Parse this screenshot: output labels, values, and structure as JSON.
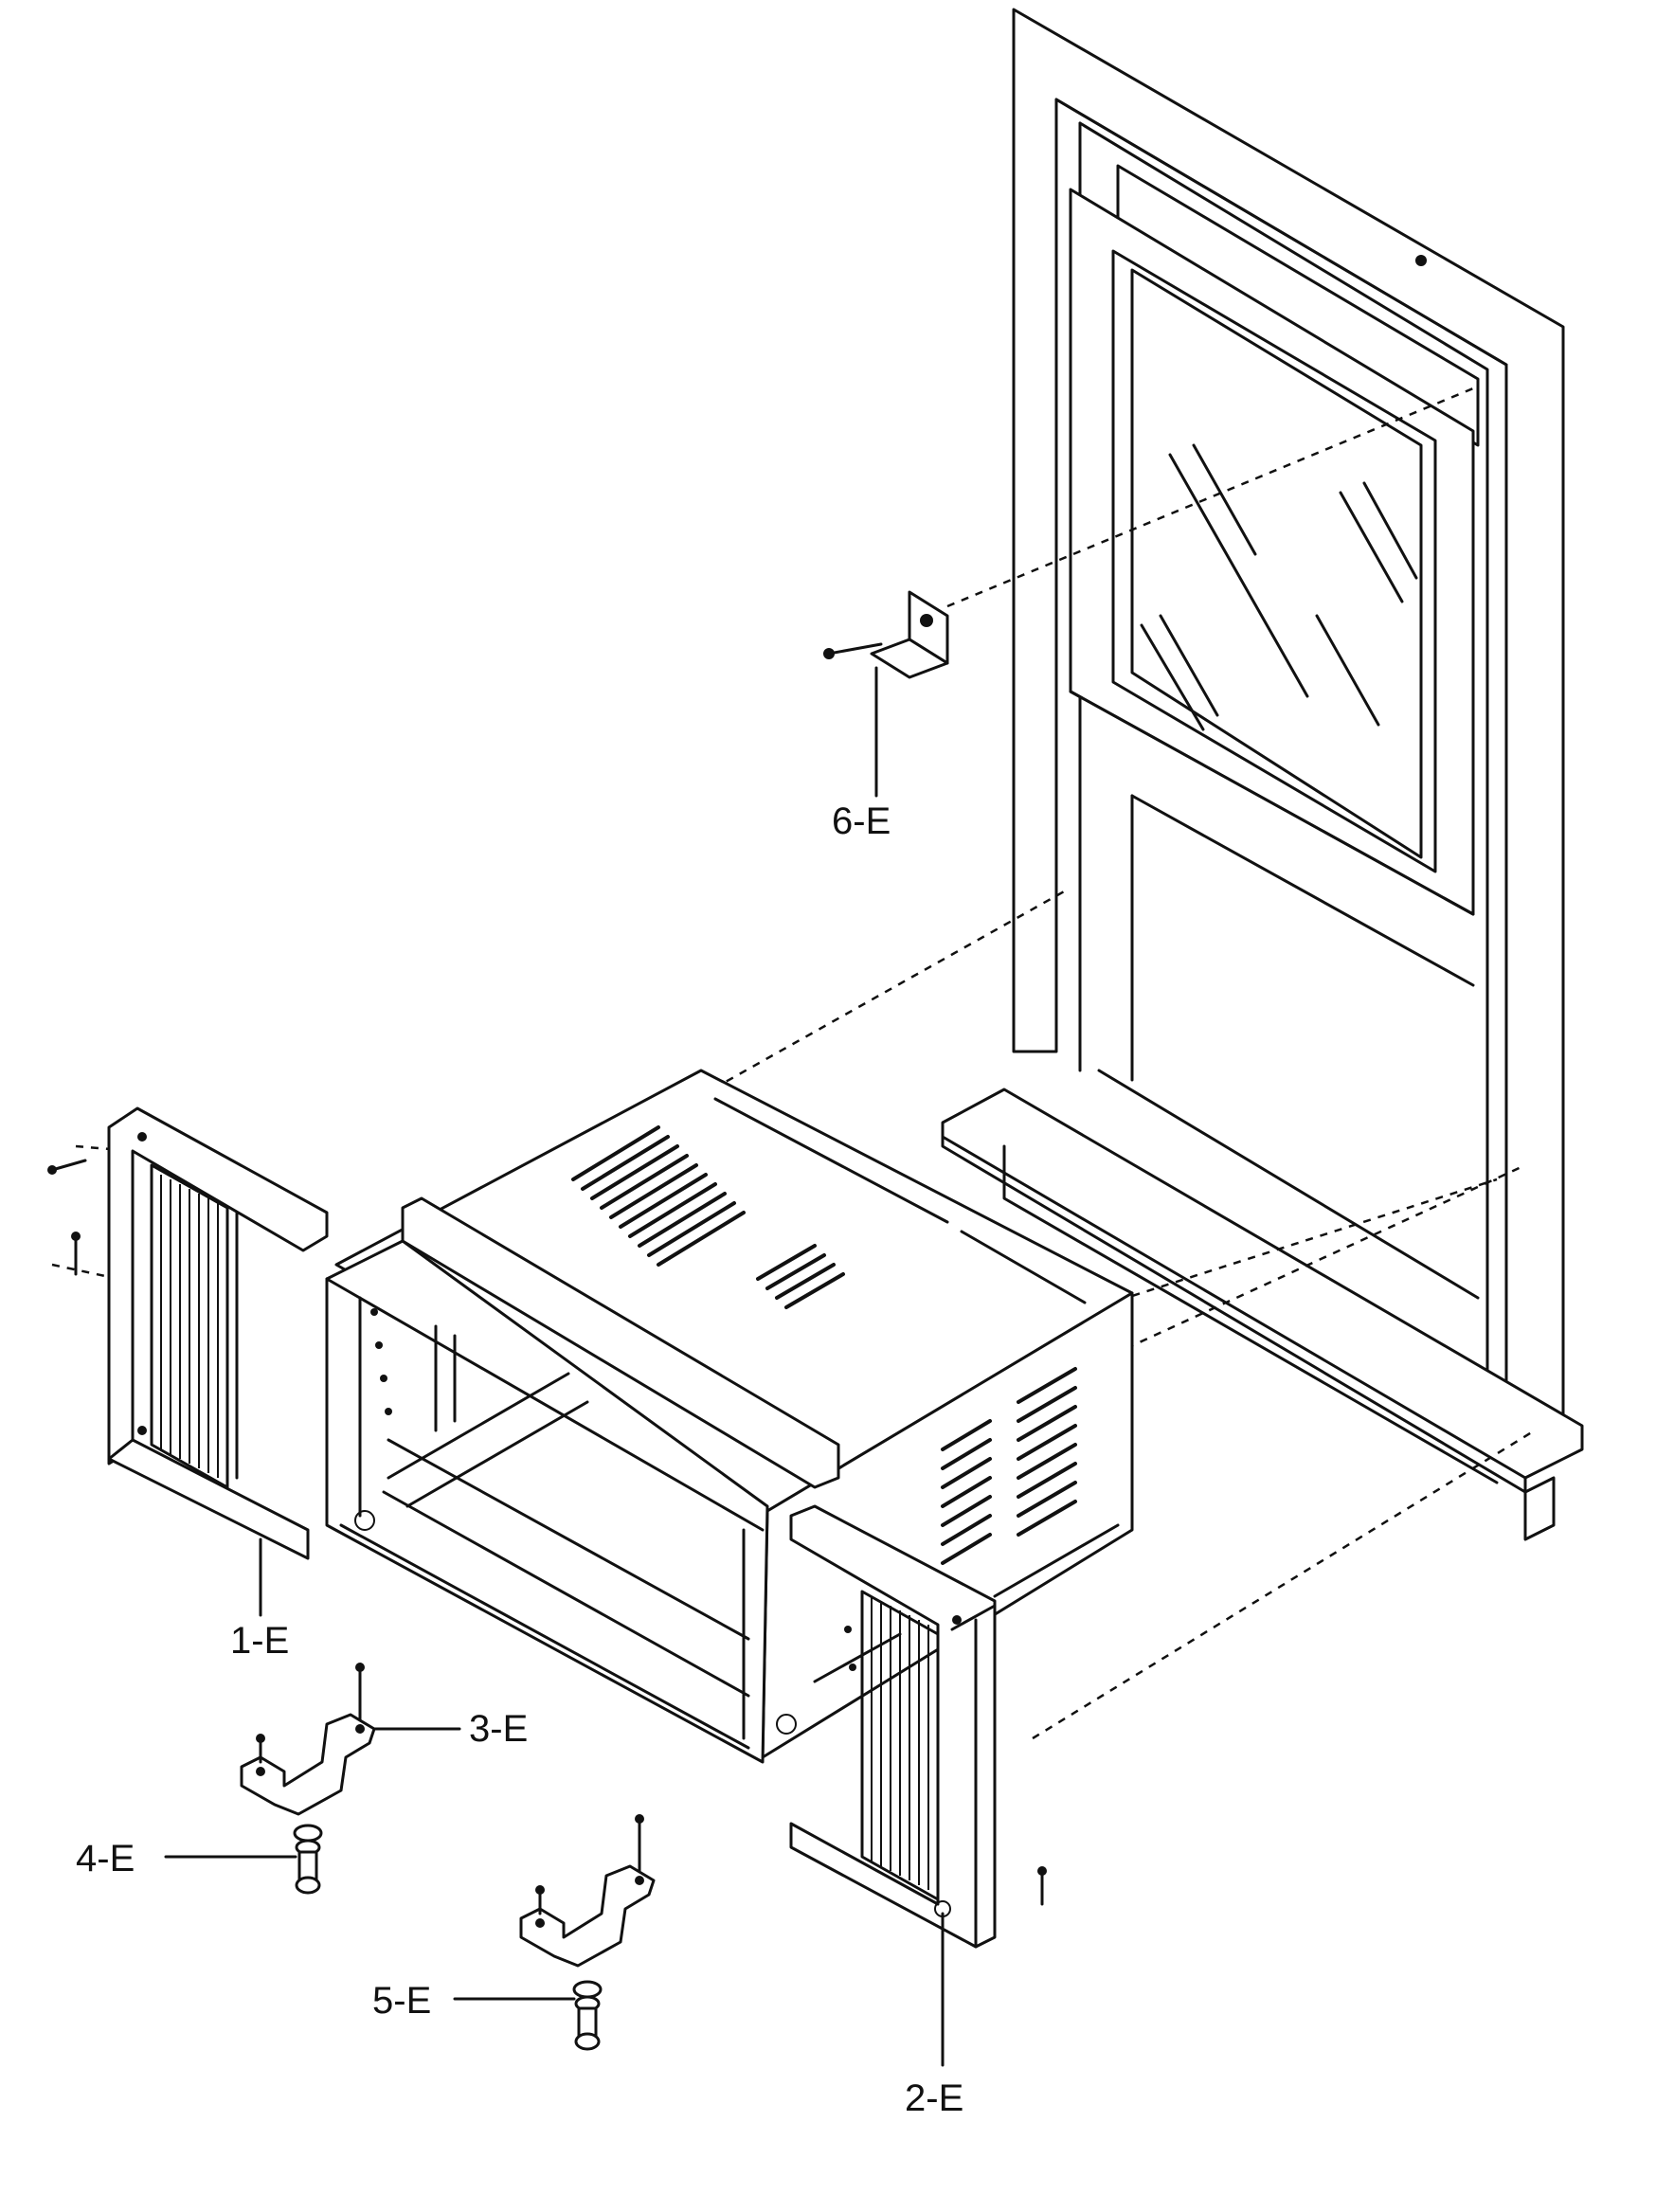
{
  "labels": {
    "front_frame": "1-E",
    "right_frame": "2-E",
    "bracket_upper": "3-E",
    "bolt_upper": "4-E",
    "bolt_lower": "5-E",
    "top_bracket": "6-E"
  }
}
